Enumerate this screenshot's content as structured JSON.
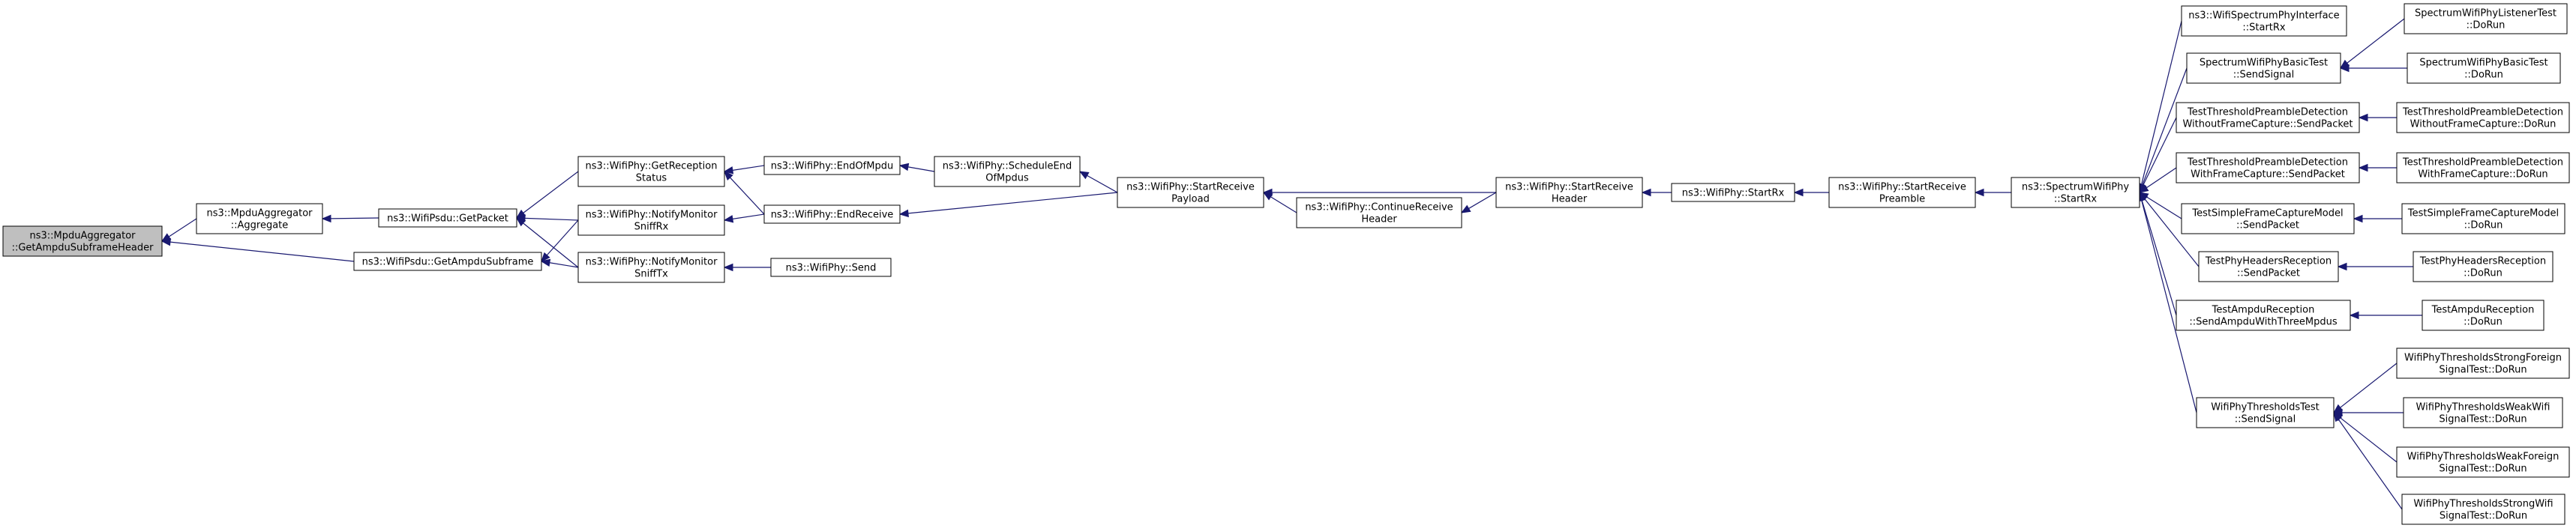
{
  "nodes": [
    {
      "id": "root",
      "lines": [
        "ns3::MpduAggregator",
        "::GetAmpduSubframeHeader"
      ],
      "root": true
    },
    {
      "id": "aggregate",
      "lines": [
        "ns3::MpduAggregator",
        "::Aggregate"
      ]
    },
    {
      "id": "getpacket",
      "lines": [
        "ns3::WifiPsdu::GetPacket"
      ]
    },
    {
      "id": "getampdusub",
      "lines": [
        "ns3::WifiPsdu::GetAmpduSubframe"
      ]
    },
    {
      "id": "getrecstatus",
      "lines": [
        "ns3::WifiPhy::GetReception",
        "Status"
      ]
    },
    {
      "id": "sniffrx",
      "lines": [
        "ns3::WifiPhy::NotifyMonitor",
        "SniffRx"
      ]
    },
    {
      "id": "snifftx",
      "lines": [
        "ns3::WifiPhy::NotifyMonitor",
        "SniffTx"
      ]
    },
    {
      "id": "endofmpdu",
      "lines": [
        "ns3::WifiPhy::EndOfMpdu"
      ]
    },
    {
      "id": "endreceive",
      "lines": [
        "ns3::WifiPhy::EndReceive"
      ]
    },
    {
      "id": "send",
      "lines": [
        "ns3::WifiPhy::Send"
      ]
    },
    {
      "id": "scheduleend",
      "lines": [
        "ns3::WifiPhy::ScheduleEnd",
        "OfMpdus"
      ]
    },
    {
      "id": "startrecpayload",
      "lines": [
        "ns3::WifiPhy::StartReceive",
        "Payload"
      ]
    },
    {
      "id": "continuerecheader",
      "lines": [
        "ns3::WifiPhy::ContinueReceive",
        "Header"
      ]
    },
    {
      "id": "startrecheader",
      "lines": [
        "ns3::WifiPhy::StartReceive",
        "Header"
      ]
    },
    {
      "id": "startrx",
      "lines": [
        "ns3::WifiPhy::StartRx"
      ]
    },
    {
      "id": "startrecpreamble",
      "lines": [
        "ns3::WifiPhy::StartReceive",
        "Preamble"
      ]
    },
    {
      "id": "spectrumstartrx",
      "lines": [
        "ns3::SpectrumWifiPhy",
        "::StartRx"
      ]
    },
    {
      "id": "ifacestartrx",
      "lines": [
        "ns3::WifiSpectrumPhyInterface",
        "::StartRx"
      ]
    },
    {
      "id": "basicsendsignal",
      "lines": [
        "SpectrumWifiPhyBasicTest",
        "::SendSignal"
      ]
    },
    {
      "id": "tpdwo",
      "lines": [
        "TestThresholdPreambleDetection",
        "WithoutFrameCapture::SendPacket"
      ]
    },
    {
      "id": "tpdw",
      "lines": [
        "TestThresholdPreambleDetection",
        "WithFrameCapture::SendPacket"
      ]
    },
    {
      "id": "tsfcm",
      "lines": [
        "TestSimpleFrameCaptureModel",
        "::SendPacket"
      ]
    },
    {
      "id": "tphr",
      "lines": [
        "TestPhyHeadersReception",
        "::SendPacket"
      ]
    },
    {
      "id": "tar",
      "lines": [
        "TestAmpduReception",
        "::SendAmpduWithThreeMpdus"
      ]
    },
    {
      "id": "wptsend",
      "lines": [
        "WifiPhyThresholdsTest",
        "::SendSignal"
      ]
    },
    {
      "id": "listenerrun",
      "lines": [
        "SpectrumWifiPhyListenerTest",
        "::DoRun"
      ]
    },
    {
      "id": "basicrun",
      "lines": [
        "SpectrumWifiPhyBasicTest",
        "::DoRun"
      ]
    },
    {
      "id": "tpdworun",
      "lines": [
        "TestThresholdPreambleDetection",
        "WithoutFrameCapture::DoRun"
      ]
    },
    {
      "id": "tpdwrun",
      "lines": [
        "TestThresholdPreambleDetection",
        "WithFrameCapture::DoRun"
      ]
    },
    {
      "id": "tsfcmrun",
      "lines": [
        "TestSimpleFrameCaptureModel",
        "::DoRun"
      ]
    },
    {
      "id": "tphrrun",
      "lines": [
        "TestPhyHeadersReception",
        "::DoRun"
      ]
    },
    {
      "id": "tarrun",
      "lines": [
        "TestAmpduReception",
        "::DoRun"
      ]
    },
    {
      "id": "wptsfrun",
      "lines": [
        "WifiPhyThresholdsStrongForeign",
        "SignalTest::DoRun"
      ]
    },
    {
      "id": "wptwwrun",
      "lines": [
        "WifiPhyThresholdsWeakWifi",
        "SignalTest::DoRun"
      ]
    },
    {
      "id": "wptwfrun",
      "lines": [
        "WifiPhyThresholdsWeakForeign",
        "SignalTest::DoRun"
      ]
    },
    {
      "id": "wptswrun",
      "lines": [
        "WifiPhyThresholdsStrongWifi",
        "SignalTest::DoRun"
      ]
    }
  ],
  "edges": [
    [
      "aggregate",
      "root"
    ],
    [
      "getampdusub",
      "root"
    ],
    [
      "getpacket",
      "aggregate"
    ],
    [
      "getrecstatus",
      "getpacket"
    ],
    [
      "sniffrx",
      "getpacket"
    ],
    [
      "snifftx",
      "getpacket"
    ],
    [
      "sniffrx",
      "getampdusub"
    ],
    [
      "snifftx",
      "getampdusub"
    ],
    [
      "endofmpdu",
      "getrecstatus"
    ],
    [
      "endreceive",
      "getrecstatus"
    ],
    [
      "endreceive",
      "sniffrx"
    ],
    [
      "send",
      "snifftx"
    ],
    [
      "scheduleend",
      "endofmpdu"
    ],
    [
      "startrecpayload",
      "scheduleend"
    ],
    [
      "startrecpayload",
      "endreceive"
    ],
    [
      "continuerecheader",
      "startrecpayload"
    ],
    [
      "startrecheader",
      "startrecpayload"
    ],
    [
      "startrecheader",
      "continuerecheader"
    ],
    [
      "startrx",
      "startrecheader"
    ],
    [
      "startrecpreamble",
      "startrx"
    ],
    [
      "spectrumstartrx",
      "startrecpreamble"
    ],
    [
      "ifacestartrx",
      "spectrumstartrx"
    ],
    [
      "basicsendsignal",
      "spectrumstartrx"
    ],
    [
      "tpdwo",
      "spectrumstartrx"
    ],
    [
      "tpdw",
      "spectrumstartrx"
    ],
    [
      "tsfcm",
      "spectrumstartrx"
    ],
    [
      "tphr",
      "spectrumstartrx"
    ],
    [
      "tar",
      "spectrumstartrx"
    ],
    [
      "wptsend",
      "spectrumstartrx"
    ],
    [
      "listenerrun",
      "basicsendsignal"
    ],
    [
      "basicrun",
      "basicsendsignal"
    ],
    [
      "tpdworun",
      "tpdwo"
    ],
    [
      "tpdwrun",
      "tpdw"
    ],
    [
      "tsfcmrun",
      "tsfcm"
    ],
    [
      "tphrrun",
      "tphr"
    ],
    [
      "tarrun",
      "tar"
    ],
    [
      "wptsfrun",
      "wptsend"
    ],
    [
      "wptwwrun",
      "wptsend"
    ],
    [
      "wptwfrun",
      "wptsend"
    ],
    [
      "wptswrun",
      "wptsend"
    ]
  ]
}
